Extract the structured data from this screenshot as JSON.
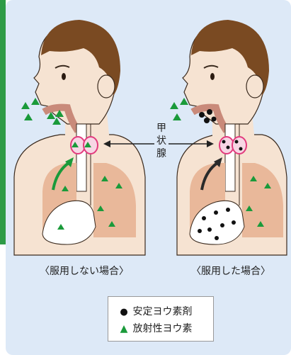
{
  "labels": {
    "thyroid_chars": [
      "甲",
      "状",
      "腺"
    ],
    "caption_left": "〈服用しない場合〉",
    "caption_right": "〈服用した場合〉"
  },
  "legend": {
    "items": [
      {
        "symbol": "●",
        "label": "安定ヨウ素剤",
        "icon": "dot-icon"
      },
      {
        "symbol": "▲",
        "label": "放射性ヨウ素",
        "icon": "triangle-icon"
      }
    ]
  },
  "colors": {
    "panel_bg": "#dde9f7",
    "accent_bar": "#2e9b46",
    "skin": "#f6e3d2",
    "hair": "#7a4a22",
    "lung": "#e9b89a",
    "thyroid_ring": "#e23a7d",
    "radioactive_iodine": "#1a9a3a",
    "stable_iodine": "#111111"
  }
}
